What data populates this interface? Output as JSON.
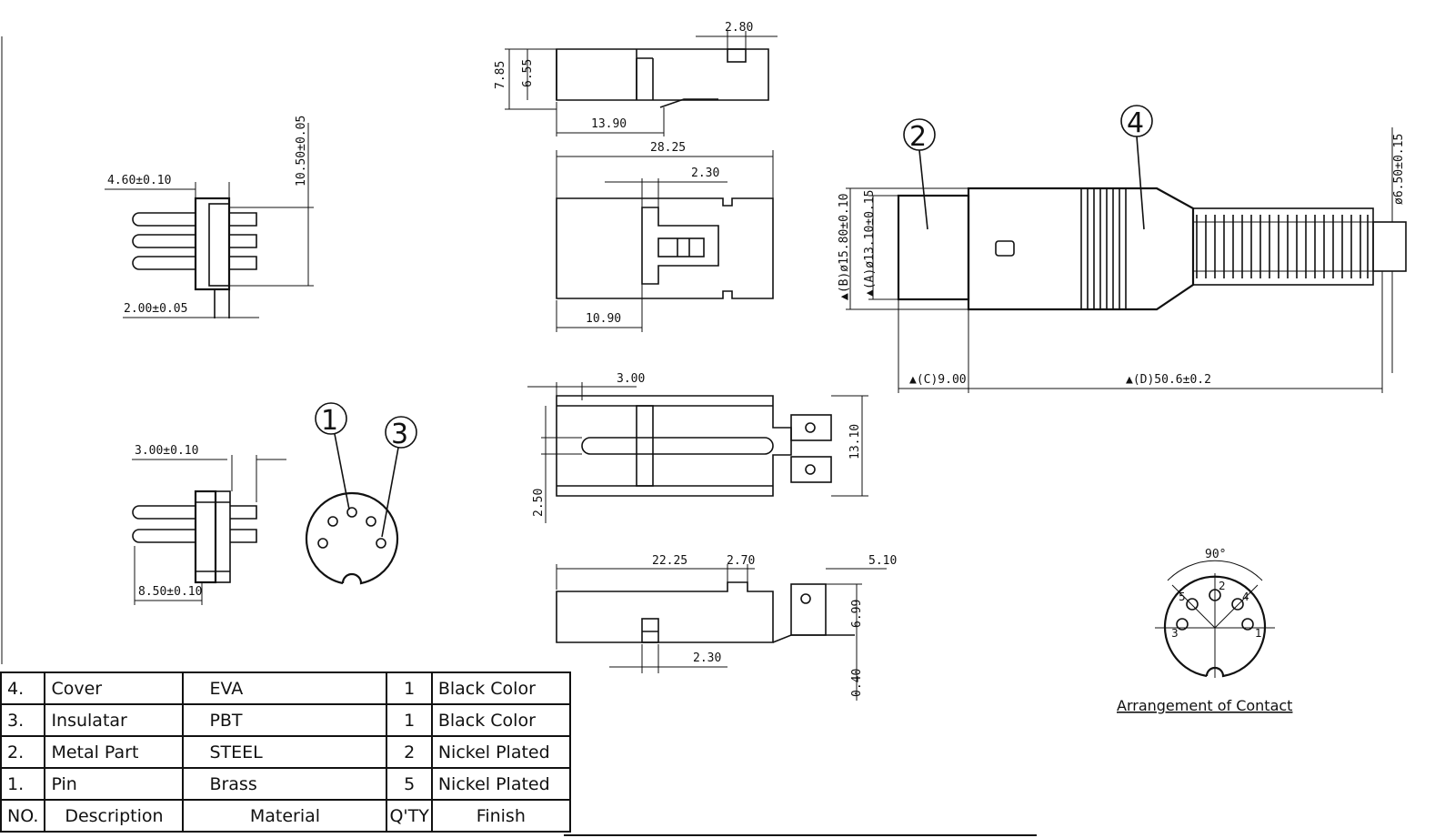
{
  "dimensions": {
    "top_view_width": "2.80",
    "top_view_height_outer": "7.85",
    "top_view_height_inner": "6.55",
    "top_view_length": "13.90",
    "overall_length": "28.25",
    "slot_width": "2.30",
    "front_offset": "10.90",
    "pin_side_width": "4.60±0.10",
    "pin_side_height": "10.50±0.05",
    "pin_spacing": "2.00±0.05",
    "pin_offset": "3.00±0.10",
    "pin_length": "8.50±0.10",
    "diameter_b": "▲(B)ø15.80±0.10",
    "diameter_a": "▲(A)ø13.10±0.15",
    "length_c": "▲(C)9.00",
    "length_d": "▲(D)50.6±0.2",
    "cable_diameter": "ø6.50±0.15",
    "section_slot": "3.00",
    "section_height": "13.10",
    "section_offset": "2.50",
    "bottom_length": "22.25",
    "bottom_step": "2.70",
    "bottom_tab": "5.10",
    "bottom_height": "6.99",
    "bottom_slot": "2.30",
    "bottom_thickness": "0.40",
    "contact_angle": "90°"
  },
  "callouts": [
    "1",
    "2",
    "3",
    "4"
  ],
  "contact_pins": [
    "1",
    "2",
    "3",
    "4",
    "5"
  ],
  "arrangement_caption": "Arrangement of Contact",
  "bom": {
    "headers": [
      "NO.",
      "Description",
      "Material",
      "Q'TY",
      "Finish"
    ],
    "rows": [
      {
        "no": "4.",
        "description": "Cover",
        "material": "EVA",
        "qty": "1",
        "finish": "Black Color"
      },
      {
        "no": "3.",
        "description": "Insulatar",
        "material": "PBT",
        "qty": "1",
        "finish": "Black Color"
      },
      {
        "no": "2.",
        "description": "Metal Part",
        "material": "STEEL",
        "qty": "2",
        "finish": "Nickel Plated"
      },
      {
        "no": "1.",
        "description": "Pin",
        "material": "Brass",
        "qty": "5",
        "finish": "Nickel Plated"
      }
    ]
  }
}
